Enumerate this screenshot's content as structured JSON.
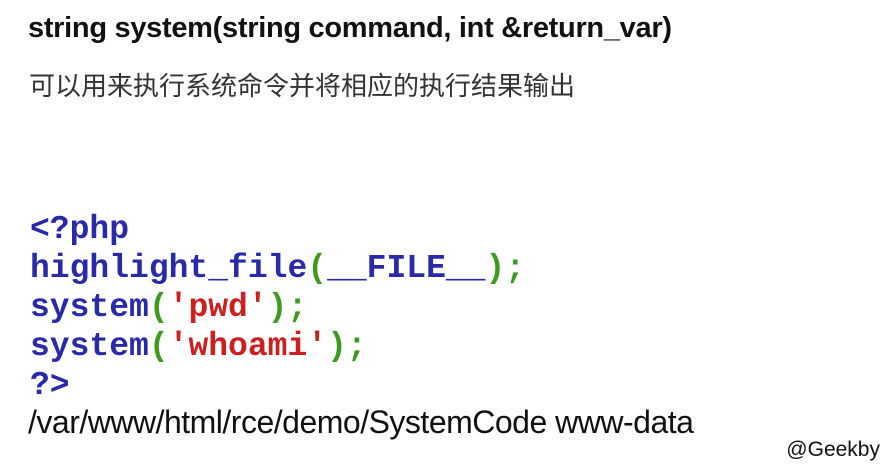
{
  "function_signature": "string system(string command, int &return_var)",
  "description": "可以用来执行系统命令并将相应的执行结果输出",
  "code": {
    "line1": {
      "open_tag": "<?php"
    },
    "line2": {
      "func": "highlight_file",
      "open_paren": "(",
      "arg": "__FILE__",
      "close": ");"
    },
    "line3": {
      "func": "system",
      "open_paren": "(",
      "arg": "'pwd'",
      "close": ");"
    },
    "line4": {
      "func": "system",
      "open_paren": "(",
      "arg": "'whoami'",
      "close": ");"
    },
    "line5": {
      "close_tag": "?>"
    }
  },
  "output": "/var/www/html/rce/demo/SystemCode www-data",
  "watermark": "@Geekby",
  "colors": {
    "keyword": "#2a2aa8",
    "punctuation": "#3d9a1f",
    "string": "#cc1f1f"
  }
}
